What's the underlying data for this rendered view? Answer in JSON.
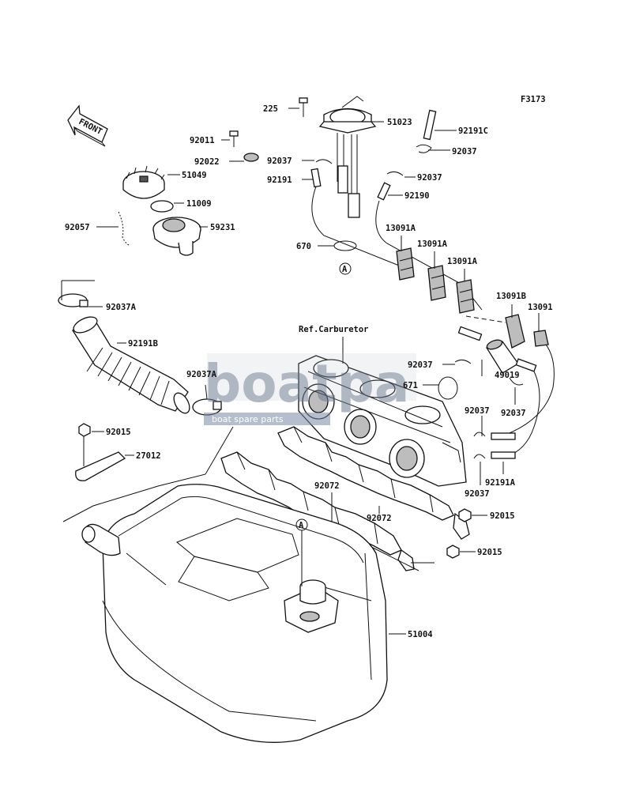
{
  "figure_code": "F3173",
  "front_label": "FRONT",
  "ref_label": "Ref.Carburetor",
  "callout_a": "A",
  "watermark": {
    "main": "boatpa",
    "sub": "boat spare parts"
  },
  "parts": [
    {
      "id": "p225",
      "no": "225"
    },
    {
      "id": "p51023",
      "no": "51023"
    },
    {
      "id": "p92191c",
      "no": "92191C"
    },
    {
      "id": "p92037_a",
      "no": "92037"
    },
    {
      "id": "p92011",
      "no": "92011"
    },
    {
      "id": "p92022",
      "no": "92022"
    },
    {
      "id": "p51049",
      "no": "51049"
    },
    {
      "id": "p92037_b",
      "no": "92037"
    },
    {
      "id": "p92191",
      "no": "92191"
    },
    {
      "id": "p92037_c",
      "no": "92037"
    },
    {
      "id": "p11009",
      "no": "11009"
    },
    {
      "id": "p92190",
      "no": "92190"
    },
    {
      "id": "p92057",
      "no": "92057"
    },
    {
      "id": "p59231",
      "no": "59231"
    },
    {
      "id": "p13091a_1",
      "no": "13091A"
    },
    {
      "id": "p13091a_2",
      "no": "13091A"
    },
    {
      "id": "p670",
      "no": "670"
    },
    {
      "id": "p13091a_3",
      "no": "13091A"
    },
    {
      "id": "p13091b",
      "no": "13091B"
    },
    {
      "id": "p13091",
      "no": "13091"
    },
    {
      "id": "p92037a_1",
      "no": "92037A"
    },
    {
      "id": "p92191b",
      "no": "92191B"
    },
    {
      "id": "p92037_d",
      "no": "92037"
    },
    {
      "id": "p49019",
      "no": "49019"
    },
    {
      "id": "p671",
      "no": "671"
    },
    {
      "id": "p92037a_2",
      "no": "92037A"
    },
    {
      "id": "p92037_e",
      "no": "92037"
    },
    {
      "id": "p92037_f",
      "no": "92037"
    },
    {
      "id": "p92015_a",
      "no": "92015"
    },
    {
      "id": "p27012",
      "no": "27012"
    },
    {
      "id": "p92191a",
      "no": "92191A"
    },
    {
      "id": "p92037_g",
      "no": "92037"
    },
    {
      "id": "p92072_a",
      "no": "92072"
    },
    {
      "id": "p92072_b",
      "no": "92072"
    },
    {
      "id": "p92015_b",
      "no": "92015"
    },
    {
      "id": "p92015_c",
      "no": "92015"
    },
    {
      "id": "p51004",
      "no": "51004"
    }
  ]
}
